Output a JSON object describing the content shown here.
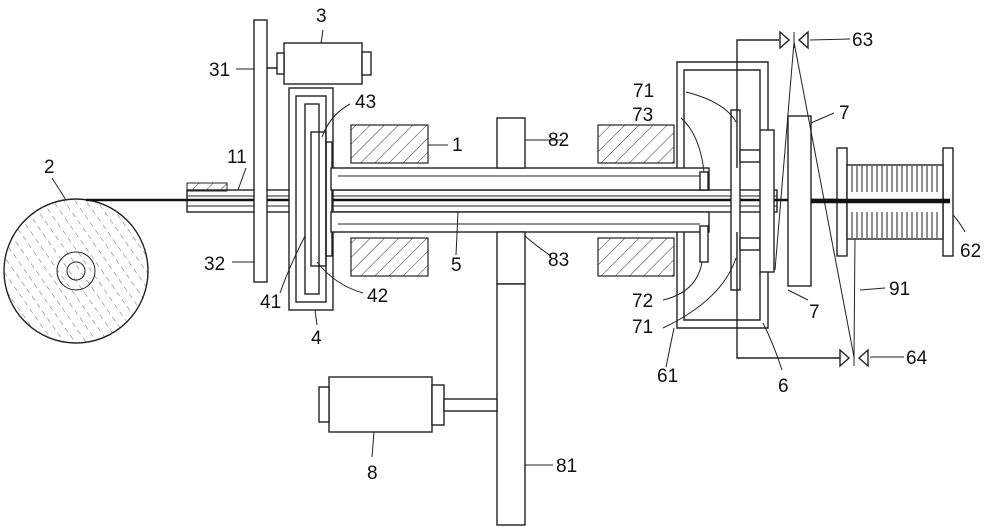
{
  "figure": {
    "type": "technical-schematic",
    "labels": {
      "l1": "1",
      "l2": "2",
      "l3": "3",
      "l31": "31",
      "l32": "32",
      "l4": "4",
      "l41": "41",
      "l42": "42",
      "l43": "43",
      "l5": "5",
      "l6": "6",
      "l61": "61",
      "l62": "62",
      "l63": "63",
      "l64": "64",
      "l7a": "7",
      "l7b": "7",
      "l71a": "71",
      "l71b": "71",
      "l72": "72",
      "l73": "73",
      "l8": "8",
      "l81": "81",
      "l82": "82",
      "l83": "83",
      "l91": "91",
      "l11": "11"
    }
  }
}
